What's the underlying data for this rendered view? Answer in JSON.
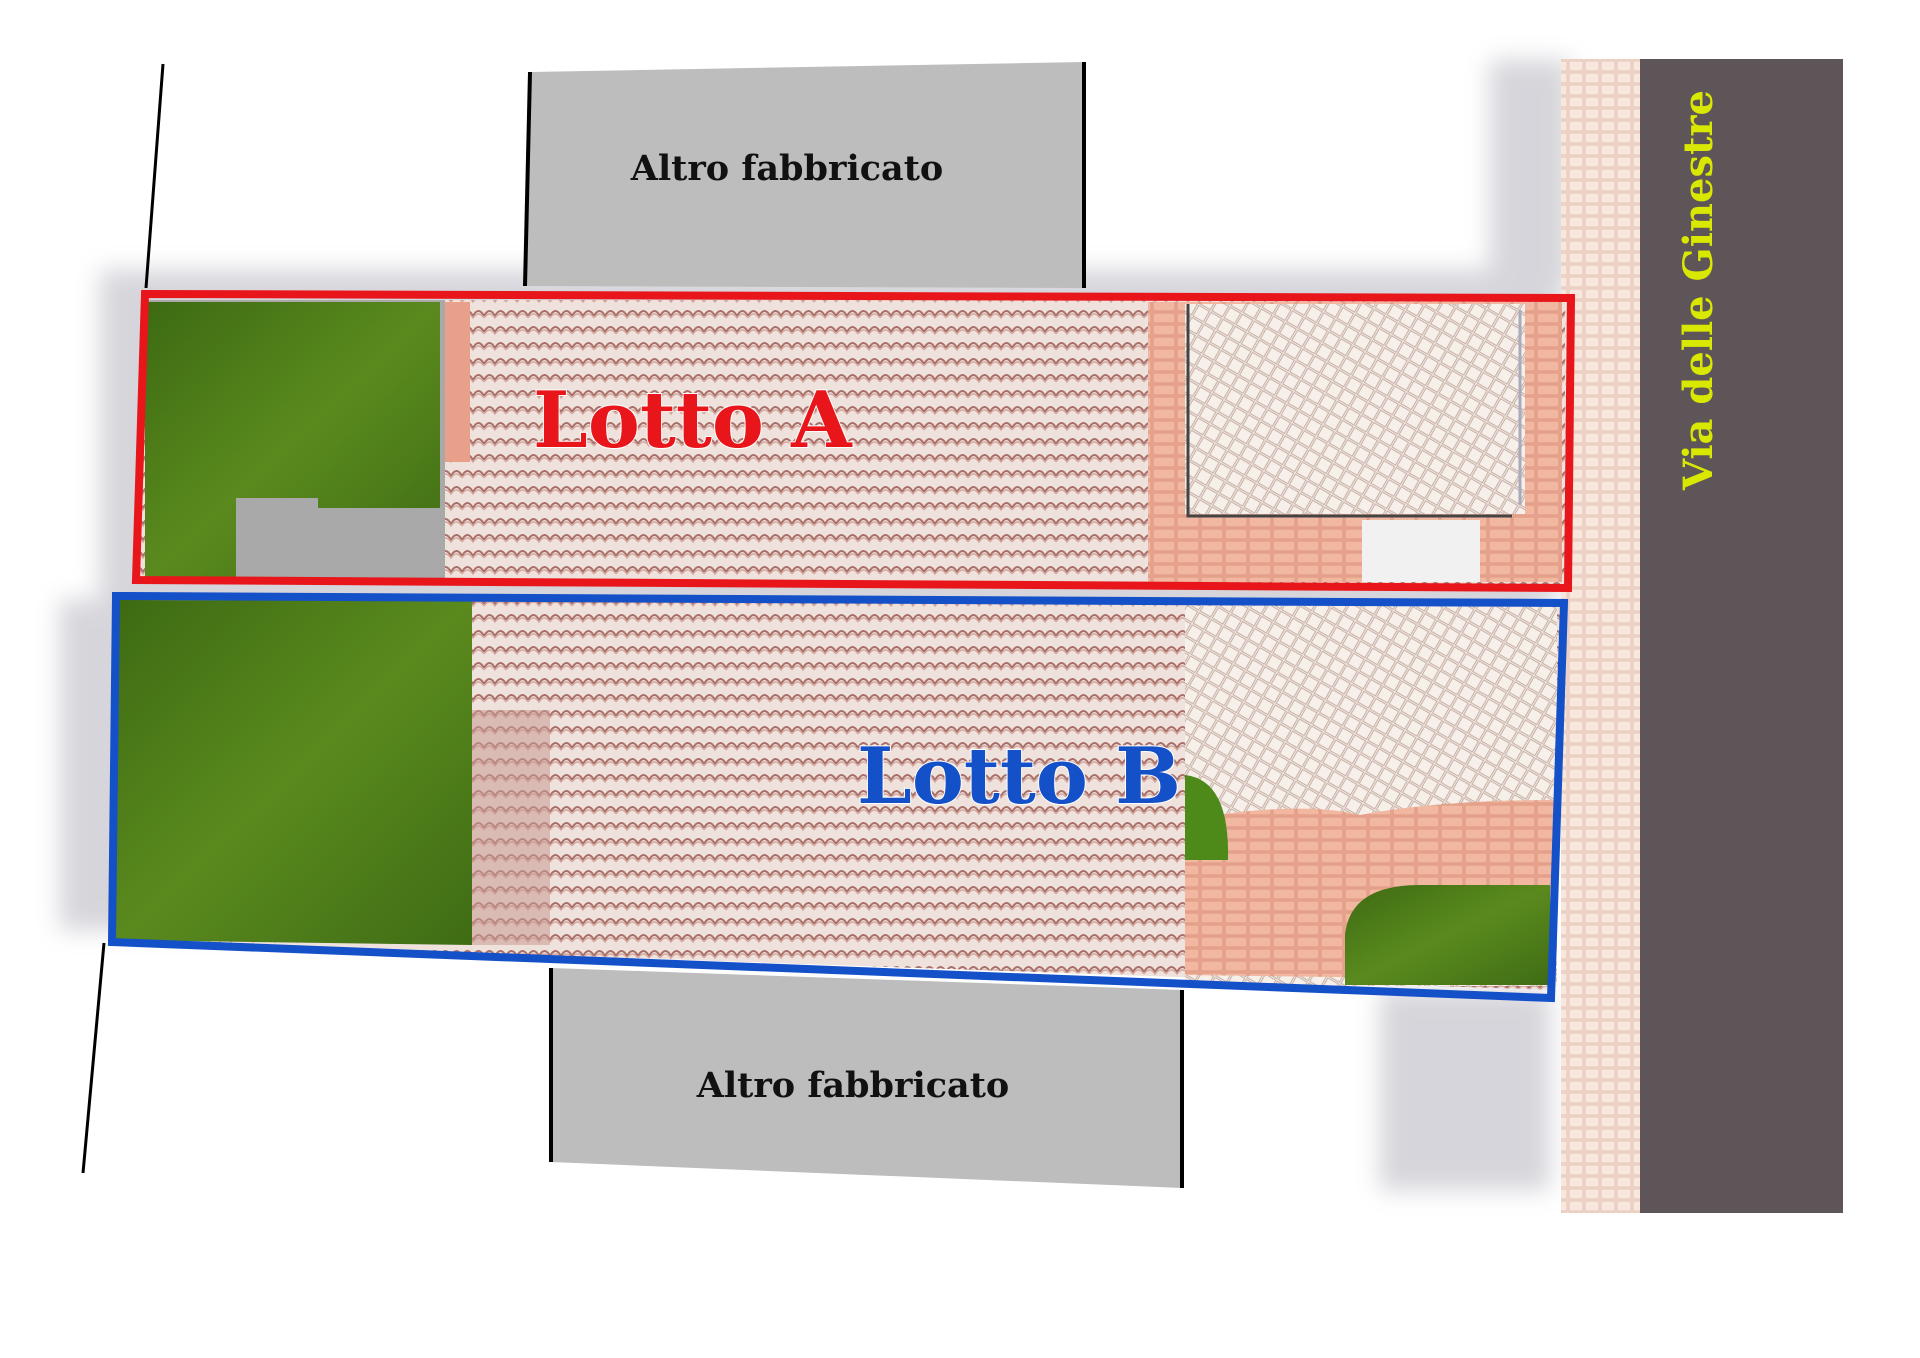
{
  "plan": {
    "lots": [
      {
        "label": "Lotto A",
        "color": "#e8161b"
      },
      {
        "label": "Lotto B",
        "color": "#1450c8"
      }
    ],
    "neighbors": [
      {
        "label": "Altro fabbricato"
      },
      {
        "label": "Altro fabbricato"
      }
    ],
    "street": {
      "label": "Via delle Ginestre",
      "color": "#d8e800"
    }
  }
}
